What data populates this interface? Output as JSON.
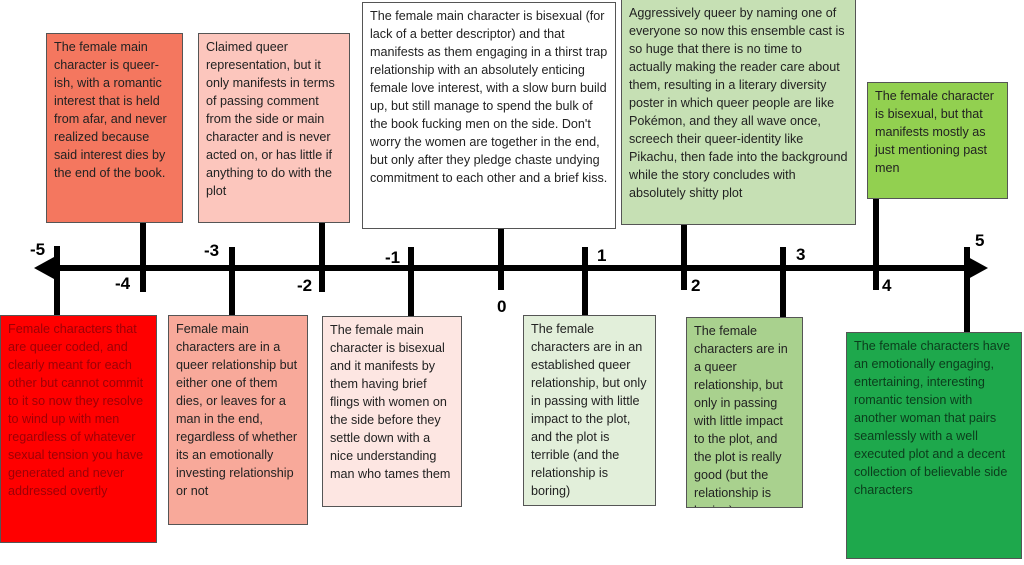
{
  "axis": {
    "labels": [
      "-5",
      "-4",
      "-3",
      "-2",
      "-1",
      "0",
      "1",
      "2",
      "3",
      "4",
      "5"
    ]
  },
  "boxes": {
    "minus5": {
      "text": "Female characters that are queer coded, and clearly meant for each other but cannot commit to it so now they resolve to wind up with men regardless of whatever sexual tension you have generated and never addressed overtly",
      "color": "#ff0000"
    },
    "minus4": {
      "text": "The female main character is queer-ish, with a romantic interest that is held from afar, and never realized because said interest dies by the end of the book.",
      "color": "#f4775f"
    },
    "minus3": {
      "text": "Female main characters are in a queer relationship but either one of them dies, or leaves for a man in the end, regardless of whether its an emotionally investing relationship or not",
      "color": "#f8a99a"
    },
    "minus2": {
      "text": "Claimed queer representation, but it only manifests in terms of passing comment from the side or main character and is never acted on, or has little if anything to do with the plot",
      "color": "#fcc6bd"
    },
    "minus1": {
      "text": "The female main character is bisexual and it manifests by them having brief flings with women on the side before they settle down with a nice understanding man who tames them",
      "color": "#fde6e2"
    },
    "zero": {
      "text": "The female main character is bisexual (for lack of a better descriptor) and that manifests as them engaging in a thirst trap relationship with an absolutely enticing female love interest, with a slow burn build up, but still manage to spend the bulk of the book fucking men on the side. Don't worry the women are together in the end, but only after they pledge chaste undying commitment to each other and a brief kiss.",
      "color": "#ffffff"
    },
    "plus1": {
      "text": "The female characters are in an established queer relationship, but only in passing with little impact to the plot, and the plot is terrible (and the relationship is boring)",
      "color": "#e2efda"
    },
    "plus2": {
      "text": "Aggressively queer by naming one of everyone  so now this ensemble cast is so huge that there is no time to actually making the reader care about them, resulting in a literary diversity poster in which queer people are like Pokémon, and they all wave once, screech their queer-identity like Pikachu, then fade into the background while the story concludes with absolutely shitty plot",
      "color": "#c6e0b4"
    },
    "plus3": {
      "text": "The female characters are in a queer relationship, but only in passing with little impact to the plot, and the plot is really good (but the relationship is boring)",
      "color": "#a9d18e"
    },
    "plus4": {
      "text": "The female character is bisexual, but that manifests mostly as just mentioning past men",
      "color": "#92d050"
    },
    "plus5": {
      "text": "The female characters have an emotionally engaging, entertaining, interesting romantic tension with another woman that pairs seamlessly with a well executed plot and a decent collection of believable side characters",
      "color": "#1ea84c"
    }
  }
}
